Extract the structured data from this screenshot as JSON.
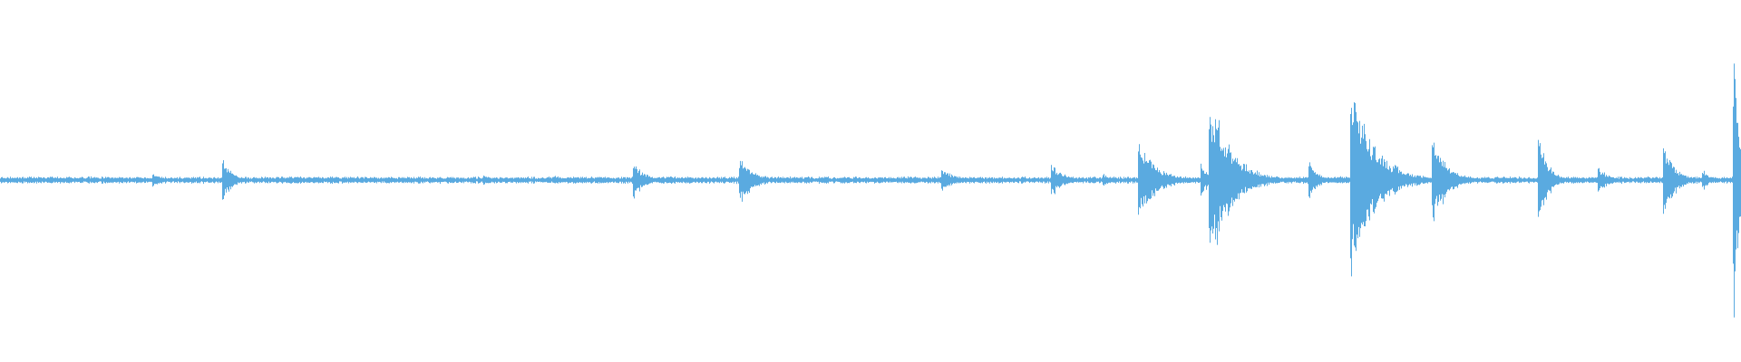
{
  "waveform": {
    "color": "#5aaae0",
    "background": "#ffffff",
    "noise_floor": 0.015,
    "bursts": [
      {
        "at": 0.088,
        "amp": 0.05,
        "decay": 0.004
      },
      {
        "at": 0.128,
        "amp": 0.14,
        "decay": 0.005
      },
      {
        "at": 0.278,
        "amp": 0.03,
        "decay": 0.006
      },
      {
        "at": 0.318,
        "amp": 0.03,
        "decay": 0.006
      },
      {
        "at": 0.364,
        "amp": 0.12,
        "decay": 0.006
      },
      {
        "at": 0.425,
        "amp": 0.15,
        "decay": 0.008
      },
      {
        "at": 0.541,
        "amp": 0.07,
        "decay": 0.007
      },
      {
        "at": 0.604,
        "amp": 0.1,
        "decay": 0.007
      },
      {
        "at": 0.634,
        "amp": 0.04,
        "decay": 0.005
      },
      {
        "at": 0.654,
        "amp": 0.25,
        "decay": 0.01
      },
      {
        "at": 0.69,
        "amp": 0.1,
        "decay": 0.006
      },
      {
        "at": 0.695,
        "amp": 0.52,
        "decay": 0.012
      },
      {
        "at": 0.752,
        "amp": 0.12,
        "decay": 0.005
      },
      {
        "at": 0.776,
        "amp": 0.6,
        "decay": 0.013
      },
      {
        "at": 0.786,
        "amp": 0.26,
        "decay": 0.006
      },
      {
        "at": 0.823,
        "amp": 0.28,
        "decay": 0.008
      },
      {
        "at": 0.884,
        "amp": 0.3,
        "decay": 0.005
      },
      {
        "at": 0.918,
        "amp": 0.08,
        "decay": 0.006
      },
      {
        "at": 0.956,
        "amp": 0.24,
        "decay": 0.006
      },
      {
        "at": 0.978,
        "amp": 0.07,
        "decay": 0.004
      },
      {
        "at": 0.996,
        "amp": 0.85,
        "decay": 0.003
      }
    ]
  }
}
